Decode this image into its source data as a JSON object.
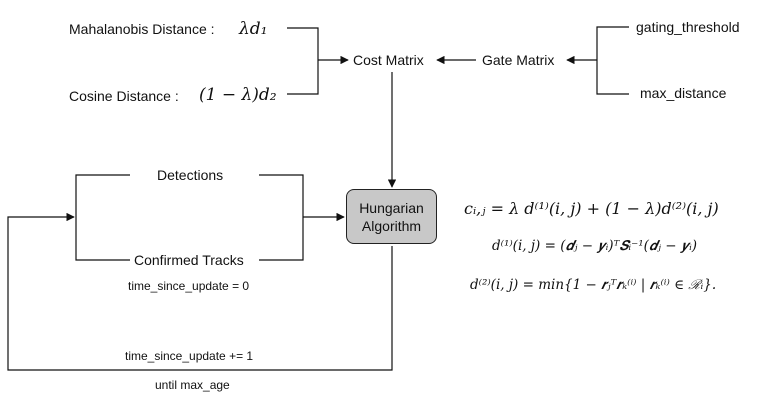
{
  "inputs": {
    "mahalanobis_label": "Mahalanobis Distance :",
    "mahalanobis_math": "λd₁",
    "cosine_label": "Cosine Distance :",
    "cosine_math": "(1 − λ)d₂"
  },
  "nodes": {
    "cost_matrix": "Cost Matrix",
    "gate_matrix": "Gate Matrix",
    "gating_threshold": "gating_threshold",
    "max_distance": "max_distance",
    "detections": "Detections",
    "confirmed_tracks": "Confirmed Tracks",
    "hungarian_line1": "Hungarian",
    "hungarian_line2": "Algorithm"
  },
  "annotations": {
    "tsu_reset": "time_since_update = 0",
    "tsu_increment": "time_since_update += 1",
    "until_max_age": "until max_age"
  },
  "formulas": {
    "cost": "cᵢ,ⱼ = λ d⁽¹⁾(i, j) + (1 − λ)d⁽²⁾(i, j)",
    "d1": "d⁽¹⁾(i, j) = (𝒅ⱼ − 𝒚ᵢ)ᵀ𝑺ᵢ⁻¹(𝒅ⱼ − 𝒚ᵢ)",
    "d2": "d⁽²⁾(i, j) = min{1 − 𝒓ⱼᵀ𝒓ₖ⁽ⁱ⁾ | 𝒓ₖ⁽ⁱ⁾ ∈ ℛᵢ}."
  },
  "colors": {
    "line": "#111111",
    "box_fill": "#c8c8c8"
  }
}
